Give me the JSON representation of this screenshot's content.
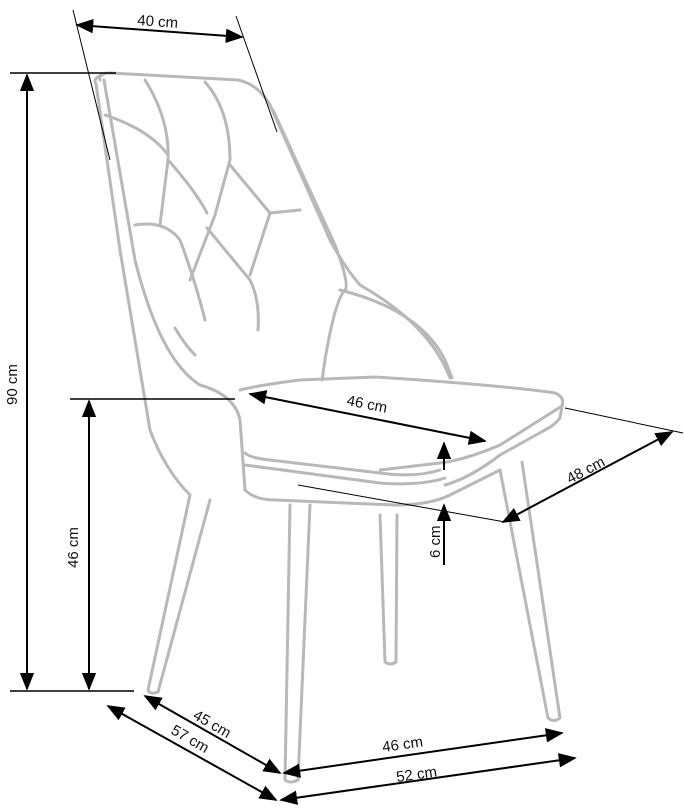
{
  "diagram": {
    "subject": "chair",
    "line_color": "#b8b8b8",
    "dimension_color": "#000000",
    "dimensions": {
      "backrest_width": "40 cm",
      "total_height": "90 cm",
      "seat_height": "46 cm",
      "seat_depth": "46 cm",
      "seat_width": "48 cm",
      "seat_thickness": "6 cm",
      "leg_depth_inner": "45 cm",
      "leg_depth_outer": "57 cm",
      "leg_width_inner": "46 cm",
      "leg_width_outer": "52 cm"
    }
  }
}
